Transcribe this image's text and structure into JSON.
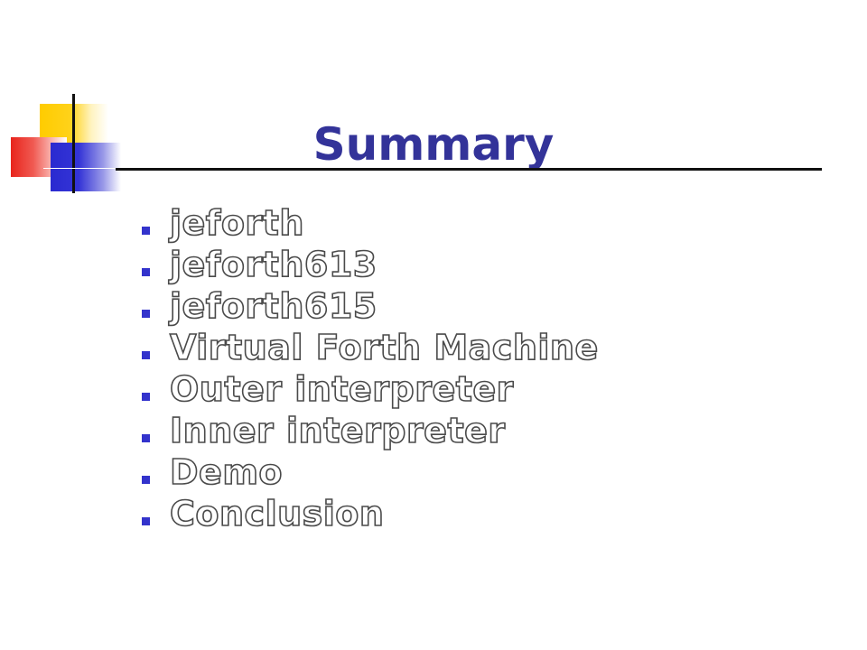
{
  "slide": {
    "title": "Summary",
    "items": [
      {
        "label": "jeforth"
      },
      {
        "label": "jeforth613"
      },
      {
        "label": "jeforth615"
      },
      {
        "label": "Virtual Forth Machine"
      },
      {
        "label": "Outer interpreter"
      },
      {
        "label": "Inner interpreter"
      },
      {
        "label": "Demo"
      },
      {
        "label": "Conclusion"
      }
    ]
  },
  "colors": {
    "title": "#333399",
    "bullet": "#3333cc",
    "accent_yellow": "#ffcc00",
    "accent_red": "#e8241c",
    "accent_blue": "#2a2ad0"
  }
}
